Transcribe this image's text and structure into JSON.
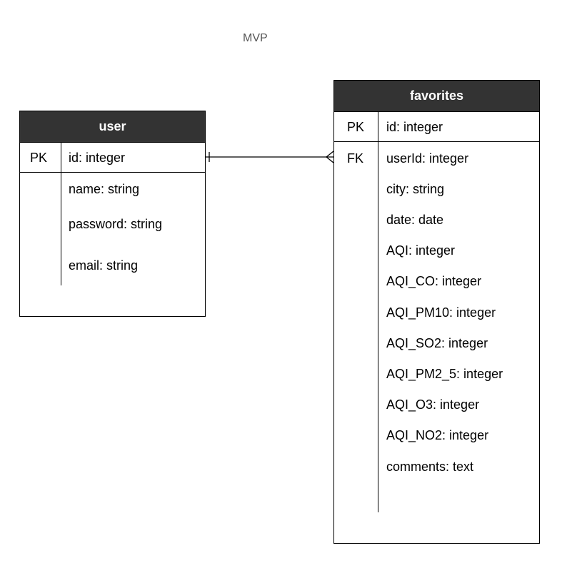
{
  "diagram": {
    "title": "MVP"
  },
  "entities": {
    "user": {
      "name": "user",
      "pk": {
        "key": "PK",
        "field": "id: integer"
      },
      "attributes": [
        "name: string",
        "password: string",
        "email: string"
      ]
    },
    "favorites": {
      "name": "favorites",
      "pk": {
        "key": "PK",
        "field": "id: integer"
      },
      "fk": {
        "key": "FK",
        "field": "userId: integer"
      },
      "attributes": [
        "city: string",
        "date: date",
        "AQI: integer",
        "AQI_CO: integer",
        "AQI_PM10: integer",
        "AQI_SO2: integer",
        "AQI_PM2_5: integer",
        "AQI_O3: integer",
        "AQI_NO2: integer",
        "comments: text"
      ]
    }
  },
  "relationship": {
    "from_cardinality": "one",
    "to_cardinality": "many",
    "color": "#000000"
  }
}
